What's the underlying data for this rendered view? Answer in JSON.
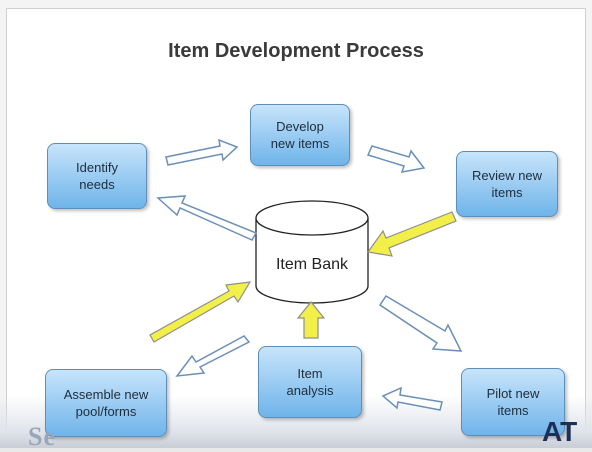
{
  "title": "Item Development Process",
  "nodes": {
    "develop": "Develop\nnew items",
    "review": "Review new\nitems",
    "identify": "Identify\nneeds",
    "bank": "Item Bank",
    "analysis": "Item\nanalysis",
    "assemble": "Assemble new\npool/forms",
    "pilot": "Pilot new\nitems"
  },
  "colors": {
    "box_top": "#c7e4fb",
    "box_bottom": "#6fb4ea",
    "arrow_outline": "#6a8fb8",
    "arrow_fill": "#ffffff",
    "yellow_arrow": "#f2ef49"
  },
  "footer": {
    "left_logo": "Se",
    "right_logo": "AT"
  }
}
